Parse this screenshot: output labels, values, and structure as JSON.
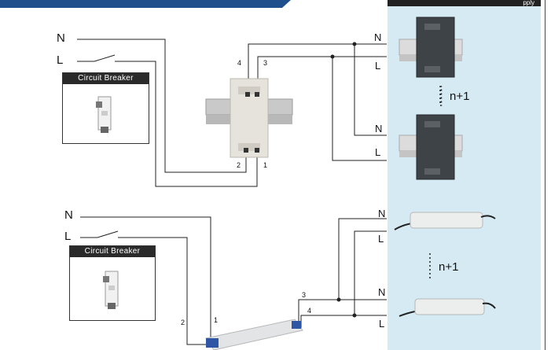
{
  "header": {
    "tab_text": "pply"
  },
  "top_diagram": {
    "input_n": "N",
    "input_l": "L",
    "breaker_label": "Circuit Breaker",
    "pins": {
      "p1": "1",
      "p2": "2",
      "p3": "3",
      "p4": "4"
    },
    "outputs": {
      "n1": "N",
      "l1": "L",
      "n2": "N",
      "l2": "L"
    },
    "redundancy": "n+1"
  },
  "bottom_diagram": {
    "input_n": "N",
    "input_l": "L",
    "breaker_label": "Circuit Breaker",
    "pins": {
      "p1": "1",
      "p2": "2",
      "p3": "3",
      "p4": "4"
    },
    "outputs": {
      "n1": "N",
      "l1": "L",
      "n2": "N",
      "l2": "L"
    },
    "redundancy": "n+1"
  },
  "colors": {
    "accent": "#1f4e8c",
    "panel": "#d5eaf3",
    "wire": "#222222"
  },
  "icons": {
    "breaker": "circuit-breaker-icon",
    "din_psu": "din-rail-psu-icon",
    "redundancy_module": "redundancy-module-icon",
    "led_driver": "led-driver-icon"
  }
}
